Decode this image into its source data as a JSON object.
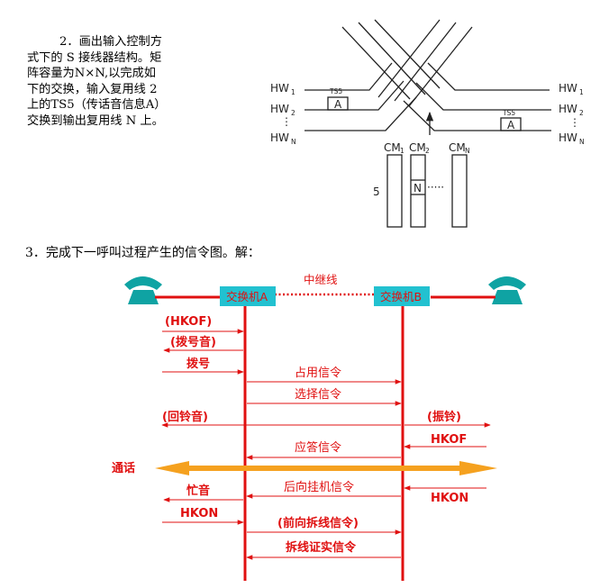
{
  "question2": {
    "lines": [
      "2．画出输入控制方",
      "式下的 S 接线器结构。矩",
      "阵容量为N×N,以完成如",
      "下的交换，输入复用线 2",
      "上的TS5（传话音信息A）",
      "交换到输出复用线 N 上。"
    ]
  },
  "sketch": {
    "hw_left": [
      "HW",
      "HW",
      "HW"
    ],
    "hw_left_sub": [
      "1",
      "2",
      "N"
    ],
    "hw_right": [
      "HW",
      "HW",
      "HW"
    ],
    "hw_right_sub": [
      "1",
      "2",
      "N"
    ],
    "ts_label": "TS5",
    "ts_value": "A",
    "cm_labels": [
      "CM",
      "CM",
      "CM"
    ],
    "cm_subs": [
      "1",
      "2",
      "N"
    ],
    "cm_value": "N",
    "cm_dots": "·····",
    "row5": "5",
    "vdots": "⋮"
  },
  "question3": {
    "title": "3．完成下一呼叫过程产生的信令图。解："
  },
  "diagram": {
    "exchange_a": "交换机A",
    "exchange_b": "交换机B",
    "trunk_label": "中继线",
    "talk_label": "通话",
    "colors": {
      "red": "#e01010",
      "exchange_fill": "#22c1d0",
      "phone": "#0fa3a3",
      "talk_arrow": "#f5a11f"
    },
    "signals": {
      "hkof_a": "(HKOF)",
      "dial_tone": "(拨号音)",
      "dial": "拨号",
      "seize": "占用信令",
      "select": "选择信令",
      "ringback": "(回铃音)",
      "ringing": "(振铃)",
      "hkof_b": "HKOF",
      "answer": "应答信令",
      "backward_clear": "后向挂机信令",
      "busy": "忙音",
      "hkon_b": "HKON",
      "hkon_a": "HKON",
      "forward_release": "(前向拆线信令)",
      "release_guard": "拆线证实信令"
    }
  }
}
